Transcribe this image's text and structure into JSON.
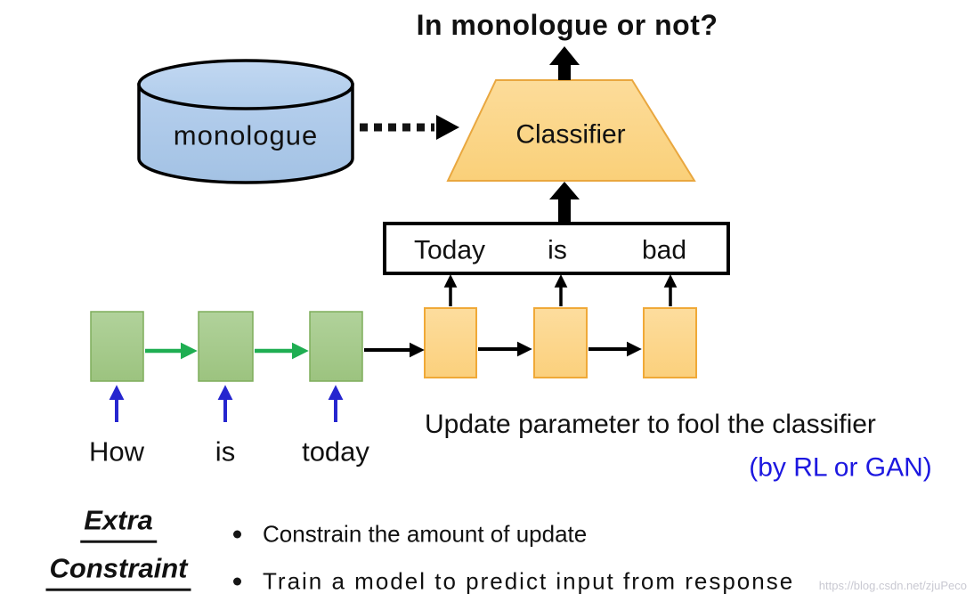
{
  "title": {
    "question": "In monologue or not?"
  },
  "database": {
    "label": "monologue"
  },
  "classifier": {
    "label": "Classifier"
  },
  "generated_sentence": {
    "words": [
      "Today",
      "is",
      "bad"
    ]
  },
  "input_sentence": {
    "words": [
      "How",
      "is",
      "today"
    ]
  },
  "annotation": {
    "update": "Update parameter to fool the classifier",
    "method": "(by RL or GAN)"
  },
  "extra_constraint": {
    "heading": [
      "Extra",
      "Constraint"
    ],
    "bullets": [
      "Constrain the amount of update",
      "Train a model to predict input from response"
    ]
  },
  "watermark": {
    "text": "https://blog.csdn.net/zjuPeco"
  },
  "colors": {
    "database_fill": "#aecbea",
    "classifier_fill": "#fbd489",
    "cell_orange_fill": "#fcd689",
    "cell_orange_border": "#f0a937",
    "cell_green_fill": "#a8cc8f",
    "cell_green_border": "#7ead5b",
    "arrow_green": "#1fae52",
    "arrow_blue": "#2626cf",
    "text_blue": "#1d18e0",
    "arrow_black": "#000000",
    "watermark_gray": "#c9c9d2"
  }
}
